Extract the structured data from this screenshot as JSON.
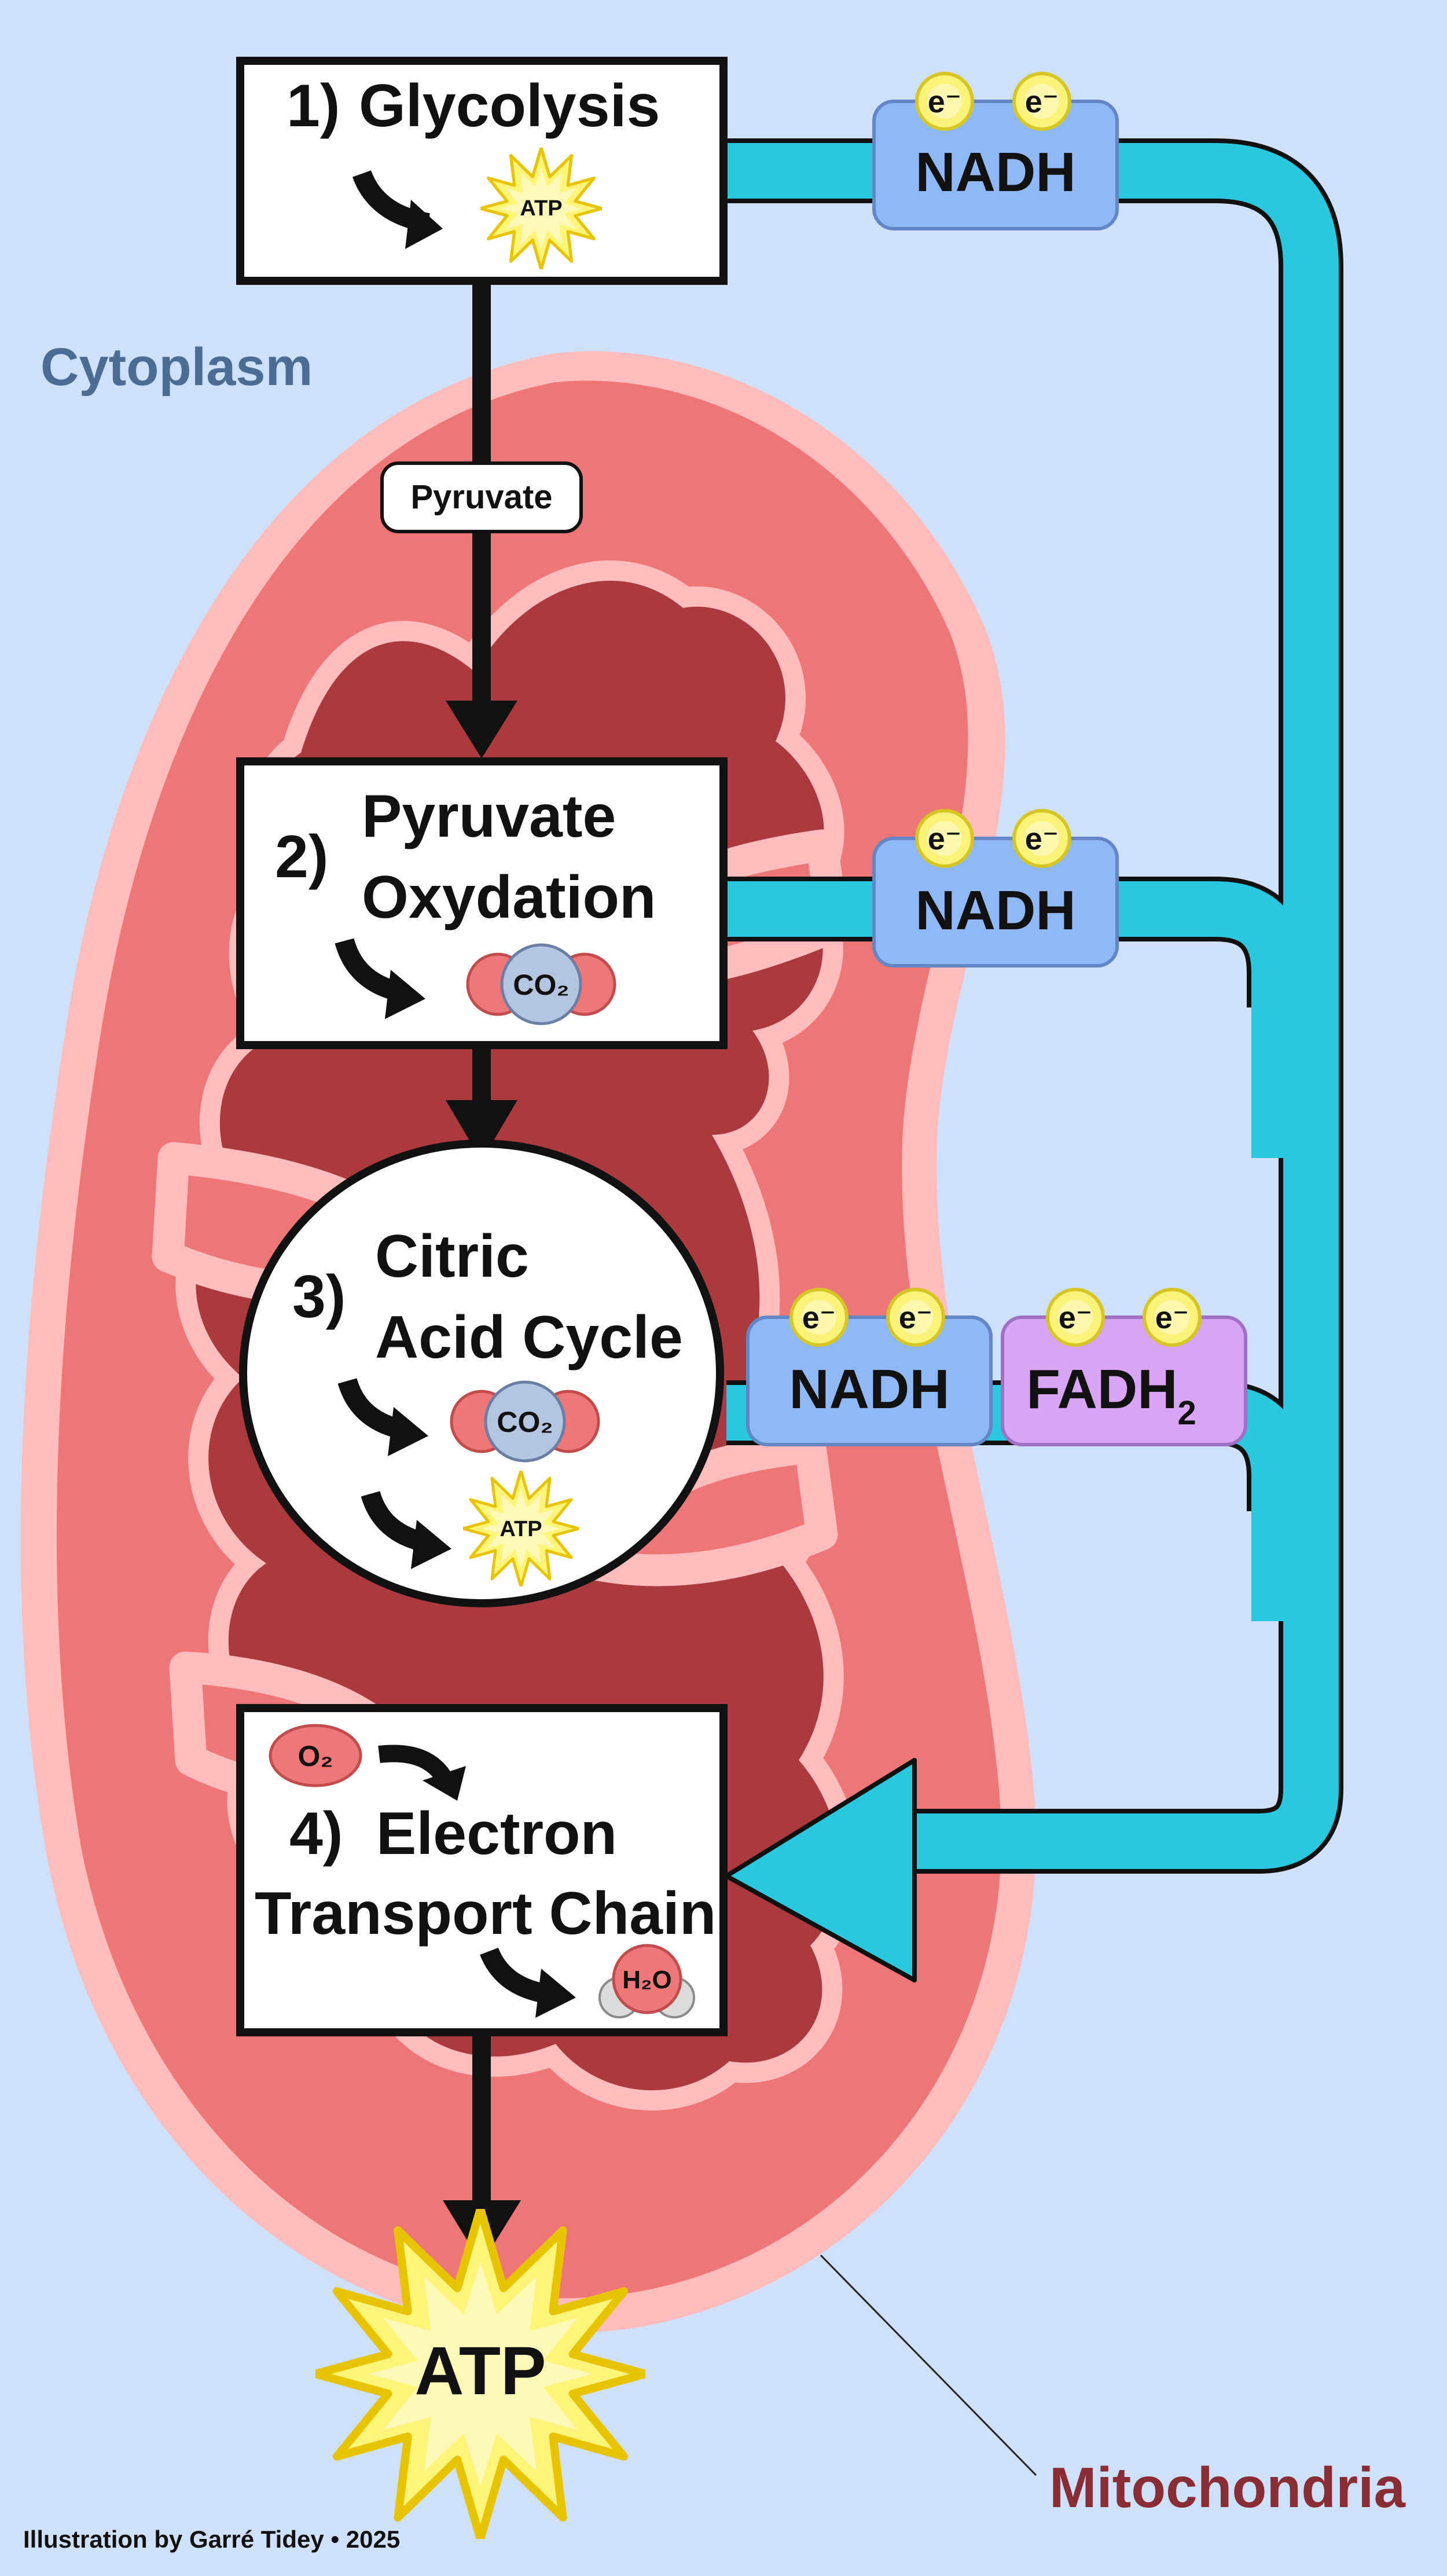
{
  "colors": {
    "background": "#cfe0fb",
    "membrane_outer": "#ffbcbd",
    "membrane_body": "#ef7676",
    "cristae": "#aa3a3d",
    "cyan_pipe": "#2ac8de",
    "nadh_box": "#8fb8f7",
    "fadh2_box": "#d9a4f3",
    "electron": "#fbf27a",
    "atp_star": "#fff47a",
    "co2_center": "#b4c5e0",
    "co2_sides": "#f07777",
    "cytoplasm_label": "#4b6d94",
    "mitochondria_label": "#8a2c33"
  },
  "labels": {
    "cytoplasm": "Cytoplasm",
    "mitochondria": "Mitochondria",
    "pyruvate": "Pyruvate",
    "credit": "Illustration by Garré Tidey • 2025"
  },
  "steps": {
    "glycolysis": {
      "number": "1)",
      "title": "Glycolysis",
      "product": "ATP"
    },
    "pyruvate_oxidation": {
      "number": "2)",
      "title_line1": "Pyruvate",
      "title_line2": "Oxydation",
      "product": "CO₂"
    },
    "citric_acid_cycle": {
      "number": "3)",
      "title_line1": "Citric",
      "title_line2": "Acid Cycle",
      "product1": "CO₂",
      "product2": "ATP"
    },
    "electron_transport_chain": {
      "number": "4)",
      "title_line1": "Electron",
      "title_line2": "Transport Chain",
      "input": "O₂",
      "product": "H₂O"
    }
  },
  "carriers": {
    "nadh1": "NADH",
    "nadh2": "NADH",
    "nadh3": "NADH",
    "fadh2": "FADH",
    "fadh2_subscript": "2",
    "electron": "e⁻"
  },
  "final_output": "ATP"
}
